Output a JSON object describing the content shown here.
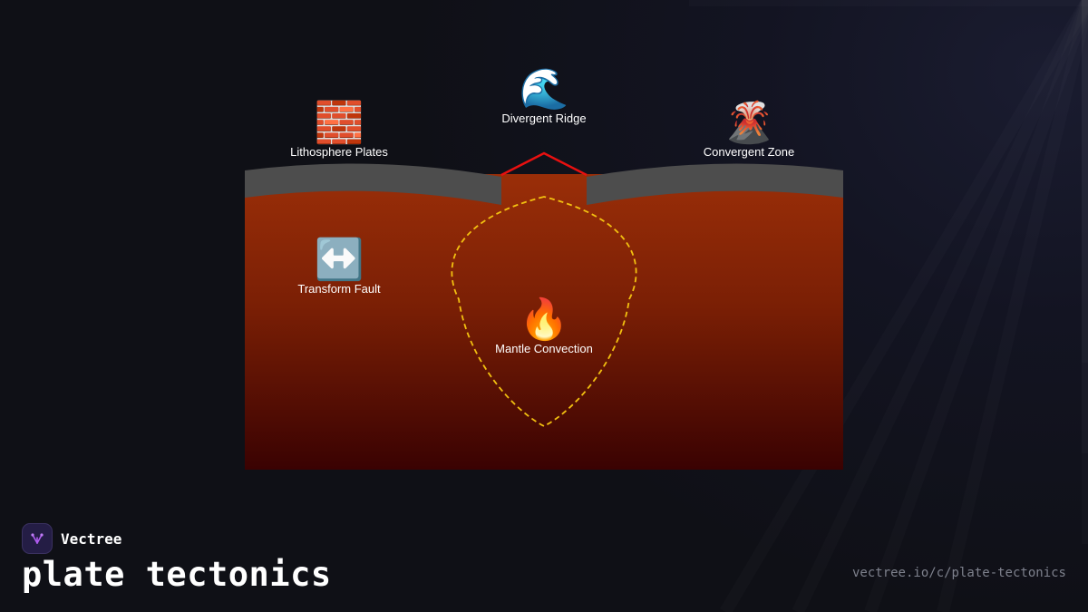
{
  "diagram": {
    "nodes": {
      "lithosphere": {
        "icon": "brick-icon",
        "emoji": "🧱",
        "label": "Lithosphere Plates"
      },
      "divergent": {
        "icon": "wave-icon",
        "emoji": "🌊",
        "label": "Divergent Ridge"
      },
      "convergent": {
        "icon": "volcano-icon",
        "emoji": "🌋",
        "label": "Convergent Zone"
      },
      "transform": {
        "icon": "left-right-arrow-icon",
        "emoji": "↔️",
        "label": "Transform Fault"
      },
      "convection": {
        "icon": "fire-icon",
        "emoji": "🔥",
        "label": "Mantle Convection"
      }
    },
    "colors": {
      "mantle_top": "#9a2e08",
      "mantle_bottom": "#3a0202",
      "crust": "#4d4d4d",
      "ridge_line": "#e81010",
      "convection_loop": "#f2c010"
    }
  },
  "footer": {
    "brand": "Vectree",
    "title": "plate tectonics",
    "url": "vectree.io/c/plate-tectonics"
  }
}
